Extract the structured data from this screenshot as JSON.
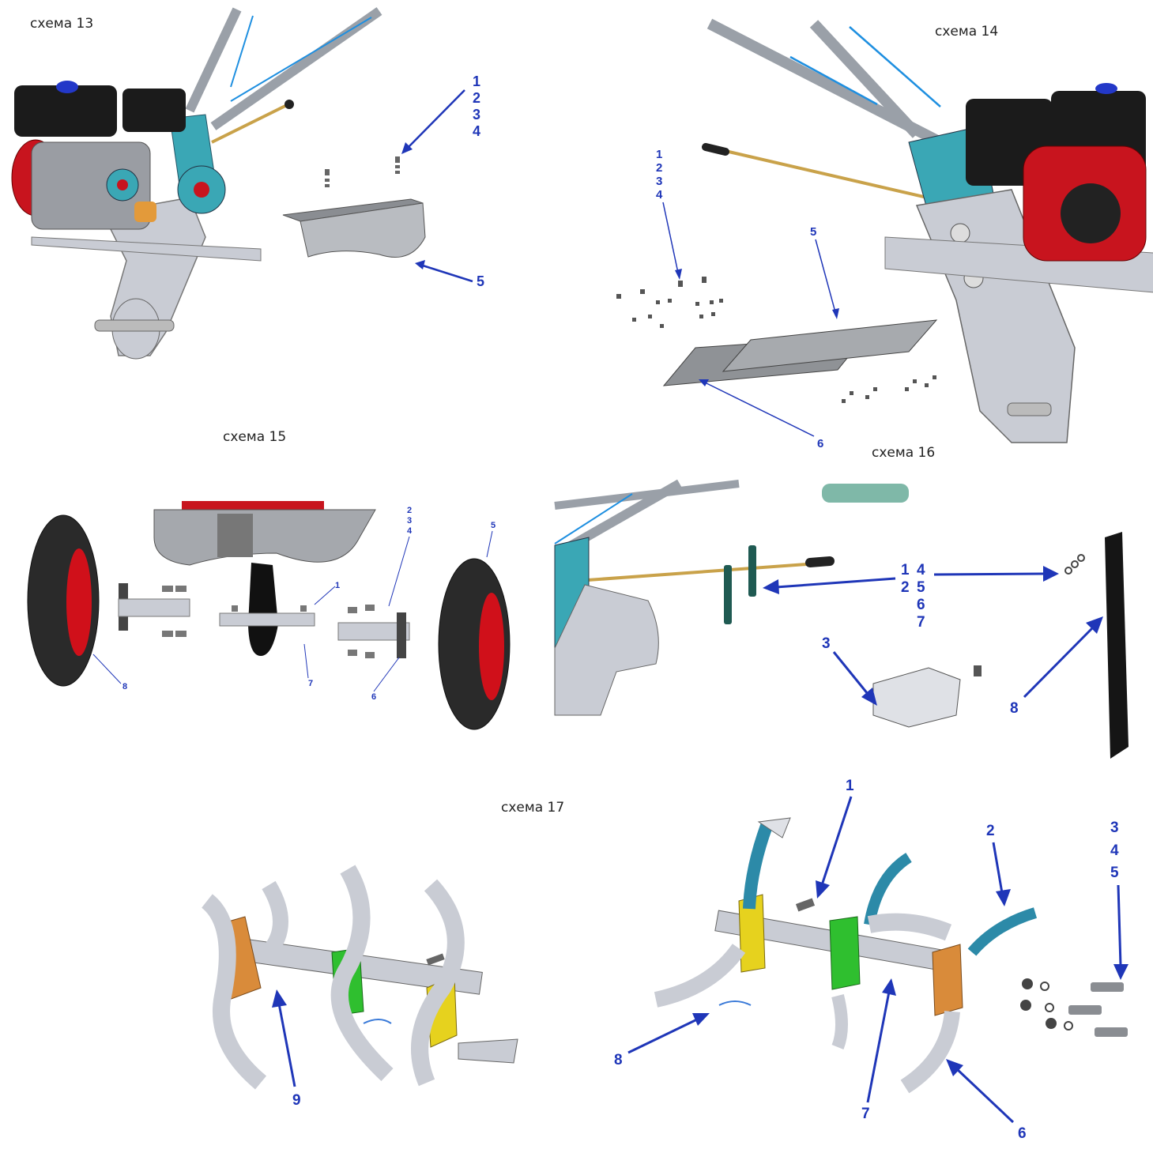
{
  "titles": {
    "s13": "схема 13",
    "s14": "схема 14",
    "s15": "схема 15",
    "s16": "схема 16",
    "s17": "схема 17"
  },
  "labels": {
    "s13": [
      "1",
      "2",
      "3",
      "4",
      "5"
    ],
    "s14": [
      "1",
      "2",
      "3",
      "4",
      "5",
      "6"
    ],
    "s15": [
      "2",
      "3",
      "4",
      "1",
      "5",
      "8",
      "7",
      "6"
    ],
    "s16": [
      "1",
      "4",
      "2",
      "5",
      "6",
      "7",
      "3",
      "8"
    ],
    "s17": [
      "9",
      "1",
      "2",
      "3",
      "4",
      "5",
      "8",
      "7",
      "6"
    ]
  },
  "colors": {
    "label": "#1f36b8",
    "accent_cyan": "#3aa7b5",
    "engine_red": "#c8141e",
    "engine_black": "#1b1b1b",
    "metal": "#c9ccd4",
    "bracket_orange": "#d98b3a",
    "bracket_green": "#2fbf2f",
    "bracket_yellow": "#e6d21e"
  }
}
